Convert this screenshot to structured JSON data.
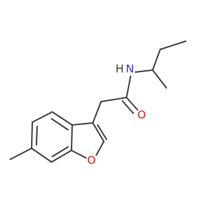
{
  "molecule": {
    "atoms": {
      "nh_nitrogen": "N",
      "nh_hydrogen": "H",
      "carbonyl_oxygen": "O",
      "furan_oxygen": "O"
    }
  },
  "colors": {
    "bond": "#3a3a3a",
    "nitrogen": "#3333cc",
    "oxygen": "#cc2222",
    "background": "#ffffff"
  }
}
